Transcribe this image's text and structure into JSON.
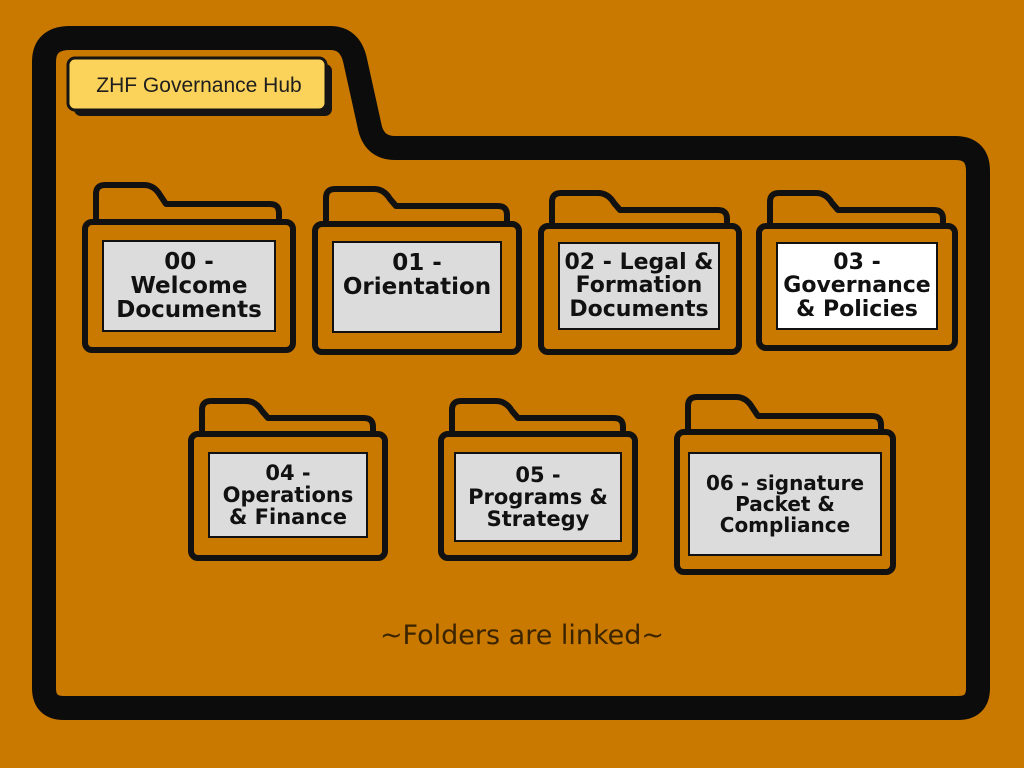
{
  "hub": {
    "title": "ZHF Governance Hub"
  },
  "folders": [
    {
      "label": "00 - Welcome Documents"
    },
    {
      "label": "01 - Orientation"
    },
    {
      "label": "02 - Legal & Formation Documents"
    },
    {
      "label": "03 - Governance & Policies"
    },
    {
      "label": "04 - Operations & Finance"
    },
    {
      "label": "05 - Programs & Strategy"
    },
    {
      "label": "06 - signature Packet & Compliance"
    }
  ],
  "footer": {
    "note": "~Folders are linked~"
  },
  "icons": {
    "big_folder": "folder-outline-icon",
    "subfolder": "folder-icon"
  },
  "colors": {
    "background": "#c97800",
    "outline": "#111111",
    "title_tab": "#fbd35a",
    "label_fill": "#dcdcdc",
    "label_fill_highlight": "#ffffff"
  }
}
